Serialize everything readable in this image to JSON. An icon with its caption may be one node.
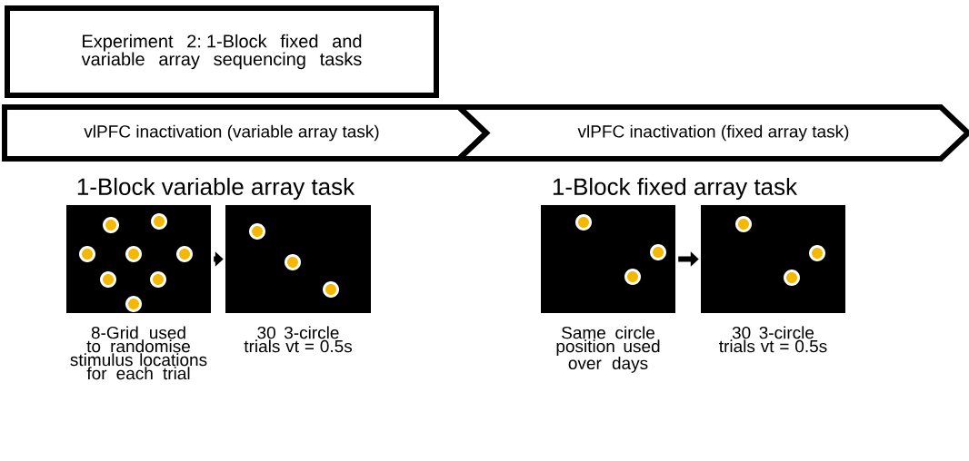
{
  "diagram": {
    "nodes": [
      {
        "text": [
          "Experiment 2: 1-Block fixed and variable array sequencing tasks"
        ]
      },
      {
        "text": [
          "vlPFC inactivation (variable array task)"
        ]
      },
      {
        "text": [
          "vlPFC inactivation (fixed array task)"
        ]
      },
      {
        "text": [],
        "shape": "picture",
        "beside": [
          "8-Grid used to randomise stimulus locations for each trial"
        ]
      },
      {
        "text": [],
        "shape": "picture",
        "beside": [
          "30 3-circle trials vt = 0.5s"
        ]
      },
      {
        "text": [],
        "shape": "picture",
        "beside": [
          "Same circle position used over days"
        ]
      },
      {
        "text": [],
        "shape": "picture",
        "beside": [
          "30 3-circle trials vt = 0.5s"
        ]
      }
    ],
    "edges": [
      {
        "from": 3,
        "to": 4,
        "arrow": "to"
      },
      {
        "from": 5,
        "to": 6,
        "arrow": "to"
      }
    ],
    "labels": [
      "1-Block variable array task",
      "1-Block fixed array task"
    ]
  }
}
